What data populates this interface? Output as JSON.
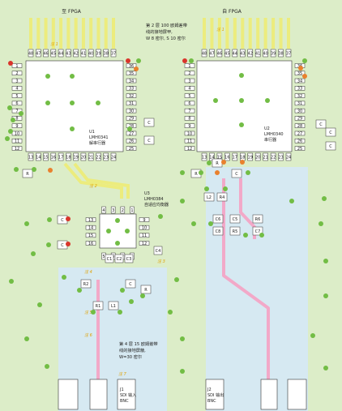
{
  "headings": {
    "left": "至 FPGA",
    "right": "自 FPGA"
  },
  "top_note": [
    "第 2 层 100 欧姆差带",
    "线的接地屏甲,",
    "W 8 密尔, S 10 密尔"
  ],
  "bottom_note": [
    "第 4 层 15 欧姆嵌带",
    "线的接地屏蔽,",
    "W=30 密尔"
  ],
  "chips": {
    "u1": {
      "ref": "U1",
      "part": "LMH0341",
      "desc": "解串行器"
    },
    "u2": {
      "ref": "U2",
      "part": "LMH0340",
      "desc": "串行器"
    },
    "u3": {
      "ref": "U3",
      "part": "LMH0384",
      "desc": "自适应均衡器"
    }
  },
  "connectors": {
    "j1": {
      "ref": "J1",
      "lines": [
        "SDI 输入",
        "BNC"
      ]
    },
    "j2": {
      "ref": "J2",
      "lines": [
        "SDI 输出",
        "BNC"
      ]
    }
  },
  "notes": [
    "注 1",
    "注 1",
    "注 2",
    "注 3",
    "注 4",
    "注 5",
    "注 6",
    "注 7",
    "注 3"
  ],
  "pins": {
    "u1_top": [
      "48",
      "47",
      "46",
      "45",
      "44",
      "43",
      "42",
      "41",
      "40",
      "39",
      "38",
      "37"
    ],
    "u1_left": [
      "1",
      "2",
      "3",
      "4",
      "5",
      "6",
      "7",
      "8",
      "9",
      "10",
      "11",
      "12"
    ],
    "u1_right": [
      "36",
      "35",
      "34",
      "33",
      "32",
      "31",
      "30",
      "29",
      "28",
      "27",
      "26",
      "25"
    ],
    "u1_bottom": [
      "13",
      "14",
      "15",
      "16",
      "17",
      "18",
      "19",
      "20",
      "21",
      "22",
      "23",
      "24"
    ],
    "u2_top": [
      "48",
      "47",
      "46",
      "45",
      "44",
      "43",
      "42",
      "41",
      "40",
      "39",
      "38",
      "37"
    ],
    "u2_left": [
      "1",
      "2",
      "3",
      "4",
      "5",
      "6",
      "7",
      "8",
      "9",
      "10",
      "11",
      "12"
    ],
    "u2_right": [
      "36",
      "35",
      "34",
      "33",
      "32",
      "31",
      "30",
      "29",
      "28",
      "27",
      "26",
      "25"
    ],
    "u2_bottom": [
      "13",
      "14",
      "15",
      "16",
      "17",
      "18",
      "19",
      "20",
      "21",
      "22",
      "23",
      "24"
    ],
    "u3_left": [
      "13",
      "14",
      "15",
      "16"
    ],
    "u3_right": [
      "9",
      "10",
      "11",
      "12"
    ],
    "u3_top": [
      "4",
      "3",
      "2",
      "1"
    ],
    "u3_bottom": [
      "5",
      "6",
      "7",
      "8"
    ]
  },
  "components": {
    "c_u1_r1": "C",
    "c_u1_r2": "C",
    "c_u2_r1": "C",
    "c_u2_r2": "C",
    "c_u2_r3": "C",
    "r_u1_b": "R",
    "r_u2_b1": "R",
    "r_u2_b2": "R",
    "c_u2_b": "C",
    "c_u3_l1": "C",
    "c_u3_l2": "C",
    "c_u3_r": "C4",
    "c1": "C1",
    "c2": "C2",
    "c3": "C3",
    "r2": "R2",
    "r1": "R1",
    "l1": "L1",
    "l2": "L2",
    "r4": "R4",
    "c6": "C6",
    "c5": "C5",
    "r6": "R6",
    "c8": "C8",
    "r5": "R5",
    "c7": "C7",
    "c_inp": "C",
    "r_inp": "R"
  },
  "colors": {
    "board": "#dcedc8",
    "shield": "#d6e9f2",
    "diff_pair": "#ecec7d",
    "coax_trace": "#f2a9c8",
    "via_green": "#72bd45",
    "via_red": "#d9352b",
    "via_orange": "#e9812e",
    "note_text": "#e0a100"
  }
}
